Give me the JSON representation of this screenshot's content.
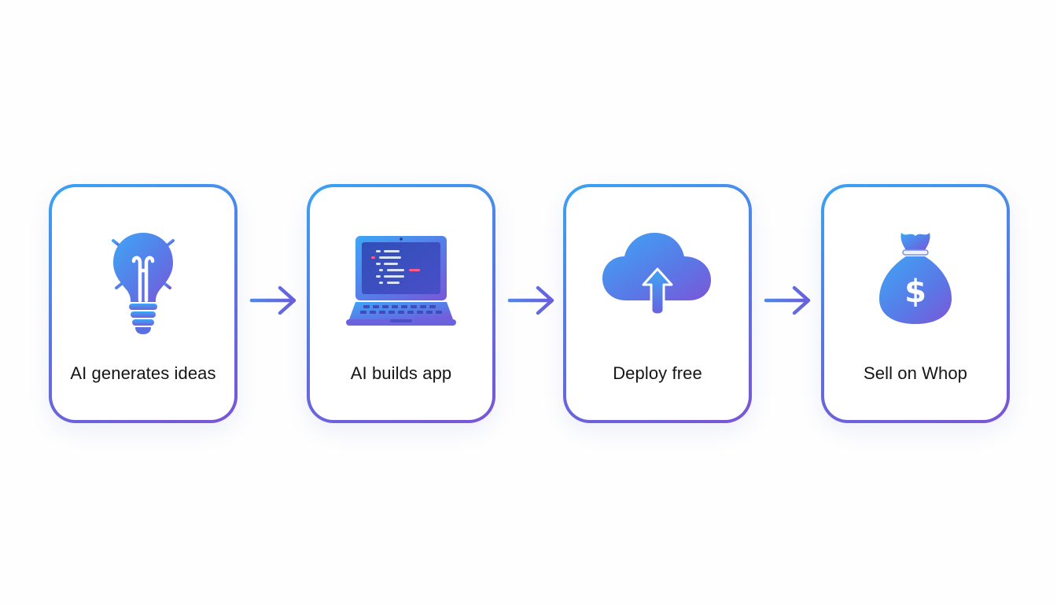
{
  "steps": [
    {
      "label": "AI generates ideas",
      "icon": "lightbulb-icon"
    },
    {
      "label": "AI builds app",
      "icon": "laptop-code-icon"
    },
    {
      "label": "Deploy free",
      "icon": "cloud-upload-icon"
    },
    {
      "label": "Sell on Whop",
      "icon": "money-bag-icon"
    }
  ],
  "icons": {
    "dollar_sign": "$"
  },
  "colors": {
    "gradient_start": "#3aa3f3",
    "gradient_mid": "#5b72e3",
    "gradient_end": "#7a55d6",
    "arrow": "#5d6fe2",
    "label_text": "#151515"
  }
}
